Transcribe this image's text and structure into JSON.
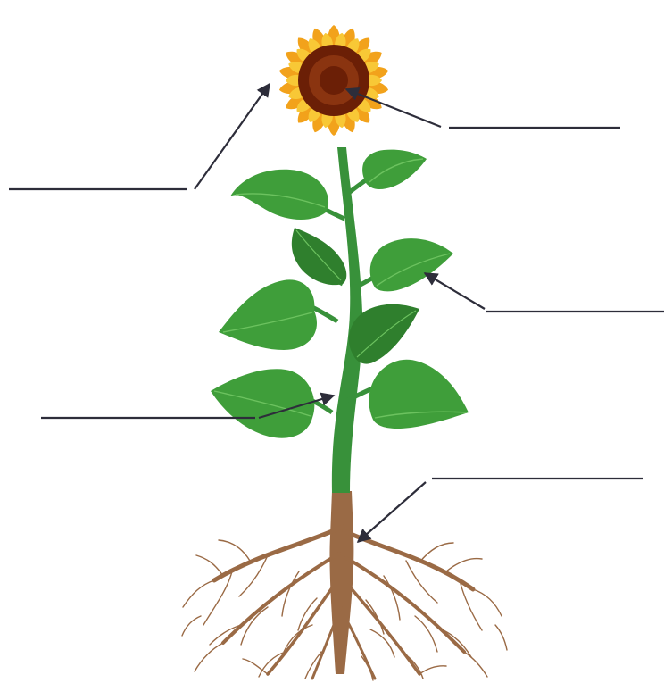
{
  "colors": {
    "background": "#ffffff",
    "leaf": "#3f9e3a",
    "leaf_dark": "#2f7f2d",
    "leaf_vein": "#6cc25f",
    "stem": "#38913a",
    "petal_outer": "#f2a21b",
    "petal_inner": "#f8c836",
    "flower_center": "#6b1f06",
    "flower_center_inner": "#8a3410",
    "root": "#9a6a45",
    "arrow": "#2d2d3a"
  },
  "icons": {
    "flower": "sunflower-icon",
    "root": "root-system-icon"
  },
  "label_blanks": [
    {
      "name": "flower-petals-label-blank",
      "text": ""
    },
    {
      "name": "flower-head-label-blank",
      "text": ""
    },
    {
      "name": "leaf-label-blank",
      "text": ""
    },
    {
      "name": "stem-label-blank",
      "text": ""
    },
    {
      "name": "root-label-blank",
      "text": ""
    }
  ]
}
